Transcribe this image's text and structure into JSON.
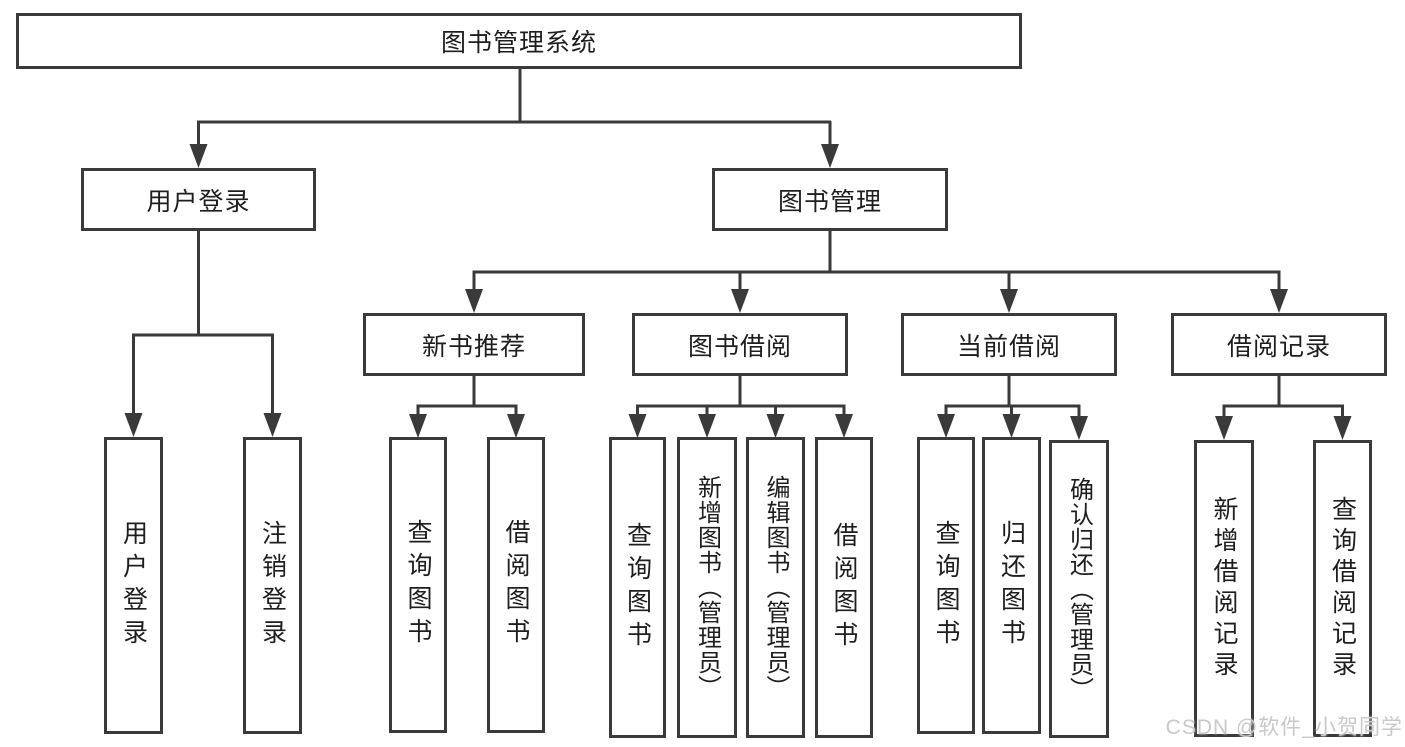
{
  "diagram_title": "图书管理系统",
  "watermark": "CSDN @软件_小贺同学",
  "colors": {
    "line": "#3a3a3a",
    "text": "#1e1e1e",
    "background": "#ffffff",
    "watermark": "#c9c9c9"
  },
  "nodes": {
    "root": "图书管理系统",
    "user_login": "用户登录",
    "book_manage": "图书管理",
    "user_login_child_1": "用户登录",
    "user_login_child_2": "注销登录",
    "new_books": "新书推荐",
    "new_books_child_1": "查询图书",
    "new_books_child_2": "借阅图书",
    "book_borrow": "图书借阅",
    "book_borrow_child_1": "查询图书",
    "book_borrow_child_2": "新增图书（管理员）",
    "book_borrow_child_3": "编辑图书（管理员）",
    "book_borrow_child_4": "借阅图书",
    "current_borrow": "当前借阅",
    "current_borrow_child_1": "查询图书",
    "current_borrow_child_2": "归还图书",
    "current_borrow_child_3": "确认归还（管理员）",
    "borrow_records": "借阅记录",
    "borrow_records_child_1": "新增借阅记录",
    "borrow_records_child_2": "查询借阅记录"
  }
}
